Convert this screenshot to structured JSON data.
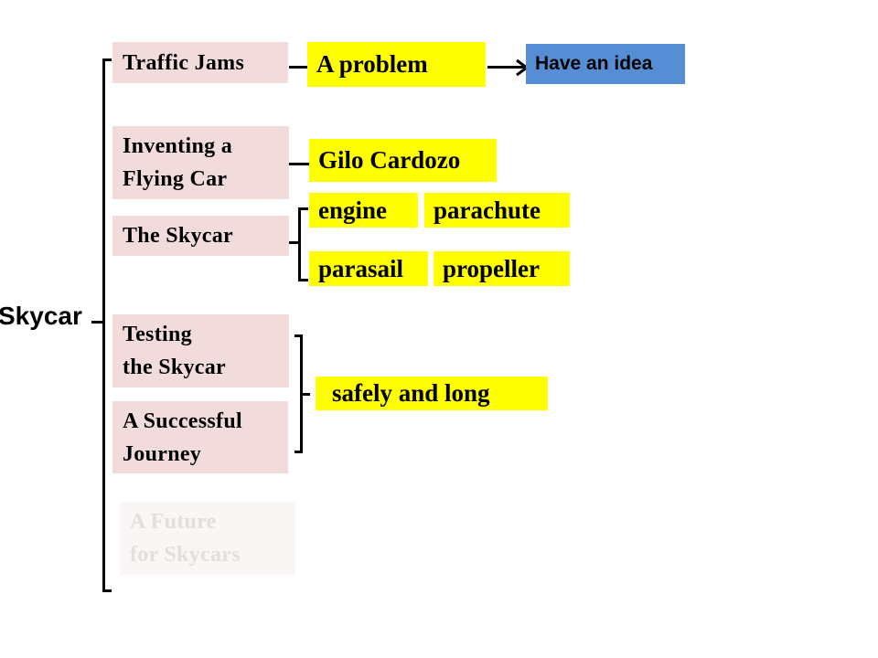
{
  "root": {
    "label": "Skycar"
  },
  "sections": [
    {
      "label_lines": [
        "Traffic Jams"
      ]
    },
    {
      "label_lines": [
        "Inventing a",
        "Flying Car"
      ]
    },
    {
      "label_lines": [
        "The Skycar"
      ]
    },
    {
      "label_lines": [
        "Testing",
        "the Skycar"
      ]
    },
    {
      "label_lines": [
        "A Successful",
        "Journey"
      ]
    },
    {
      "label_lines": [
        "A Future",
        "for Skycars"
      ]
    }
  ],
  "details": {
    "problem": "A problem",
    "idea": "Have an idea",
    "inventor": "Gilo Cardozo",
    "parts": [
      "engine",
      "parachute",
      "parasail",
      "propeller"
    ],
    "testing": "safely and long"
  },
  "colors": {
    "section_bg": "#f2dcdb",
    "highlight": "#ffff00",
    "idea_bg": "#558ed5"
  }
}
